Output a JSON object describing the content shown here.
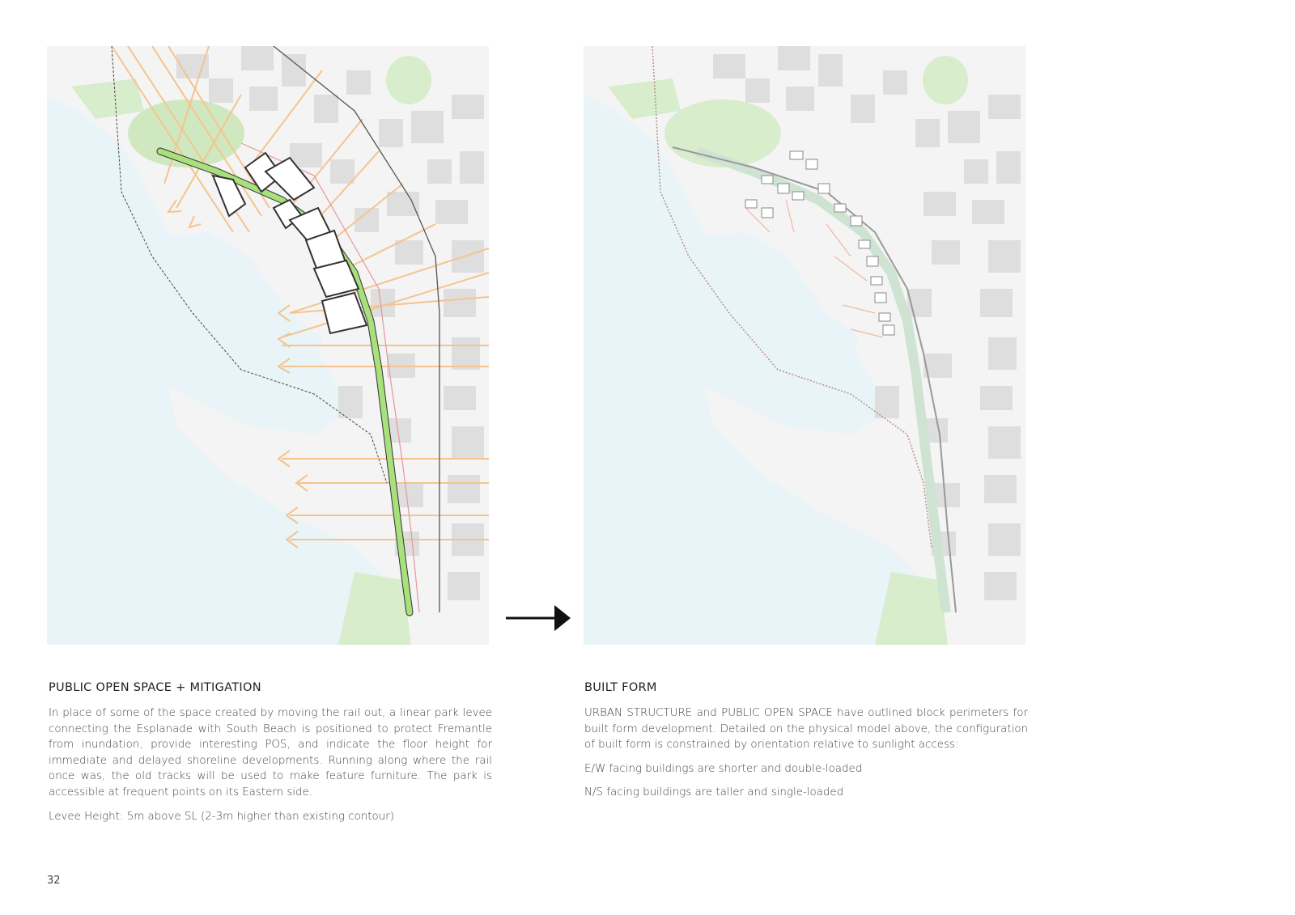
{
  "left_panel": {
    "heading": "PUBLIC OPEN SPACE + MITIGATION",
    "paragraphs": [
      "In place of some of the space created by moving the rail out, a linear park levee connecting the Esplanade with South Beach is positioned to protect Fremantle from inundation, provide interesting POS, and indicate the floor height for immediate and delayed shoreline developments. Running along where the rail once was, the old tracks will be used to make feature furniture. The park is accessible at frequent points on its Eastern side.",
      "Levee Height: 5m above SL (2-3m higher than existing contour)"
    ]
  },
  "right_panel": {
    "heading": "BUILT FORM",
    "paragraphs": [
      "URBAN STRUCTURE and PUBLIC OPEN SPACE have outlined block perimeters for built form development. Detailed on the physical model above, the configuration of built form is constrained by orientation relative to sunlight access:",
      "E/W facing buildings are shorter and double-loaded",
      "N/S facing buildings are taller and single-loaded"
    ]
  },
  "page_number": "32",
  "colors": {
    "water": "#e8f4f8",
    "land": "#f3f3f3",
    "buildings": "#dedede",
    "park": "#cfe8c0",
    "levee": "#a8e07c",
    "sightlines": "#f5c48e",
    "boundary": "#e5989b",
    "rail": "#555555"
  }
}
